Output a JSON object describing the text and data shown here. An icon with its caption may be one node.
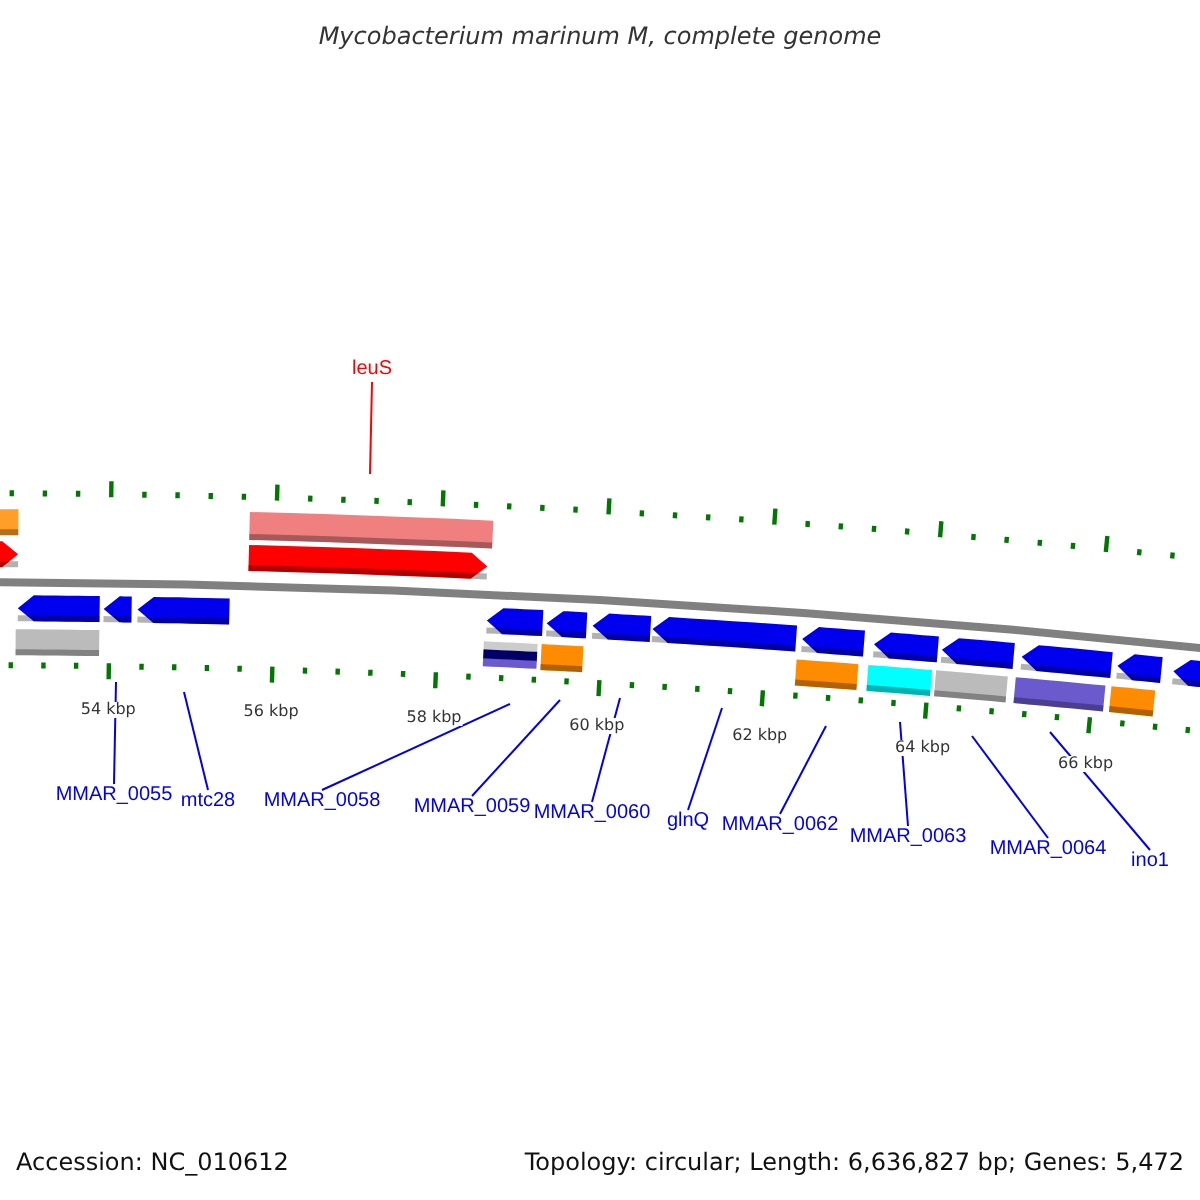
{
  "diagram": {
    "title": "Mycobacterium marinum M, complete genome",
    "nodes": [
      {
        "text": [
          "leuS"
        ]
      },
      {
        "text": [
          "MMAR_0055"
        ]
      },
      {
        "text": [
          "mtc28"
        ]
      },
      {
        "text": [
          "MMAR_0058"
        ]
      },
      {
        "text": [
          "MMAR_0059"
        ]
      },
      {
        "text": [
          "MMAR_0060"
        ]
      },
      {
        "text": [
          "glnQ"
        ]
      },
      {
        "text": [
          "MMAR_0062"
        ]
      },
      {
        "text": [
          "MMAR_0063"
        ]
      },
      {
        "text": [
          "MMAR_0064"
        ]
      },
      {
        "text": [
          "ino1"
        ]
      }
    ],
    "edges": [
      {
        "from": 0,
        "to": null,
        "arrow": "none",
        "color": "#ff0000"
      },
      {
        "from": 1,
        "to": null,
        "arrow": "none"
      },
      {
        "from": 2,
        "to": null,
        "arrow": "none"
      },
      {
        "from": 3,
        "to": null,
        "arrow": "none"
      },
      {
        "from": 4,
        "to": null,
        "arrow": "none"
      },
      {
        "from": 5,
        "to": null,
        "arrow": "none"
      },
      {
        "from": 6,
        "to": null,
        "arrow": "none"
      },
      {
        "from": 7,
        "to": null,
        "arrow": "none"
      },
      {
        "from": 8,
        "to": null,
        "arrow": "none"
      },
      {
        "from": 9,
        "to": null,
        "arrow": "none"
      },
      {
        "from": 10,
        "to": null,
        "arrow": "none"
      }
    ],
    "labels": [
      "54 kbp",
      "56 kbp",
      "58 kbp",
      "60 kbp",
      "62 kbp",
      "64 kbp",
      "66 kbp",
      "Accession: NC_010612",
      "Topology: circular; Length: 6,636,827 bp; Genes: 5,472"
    ]
  }
}
